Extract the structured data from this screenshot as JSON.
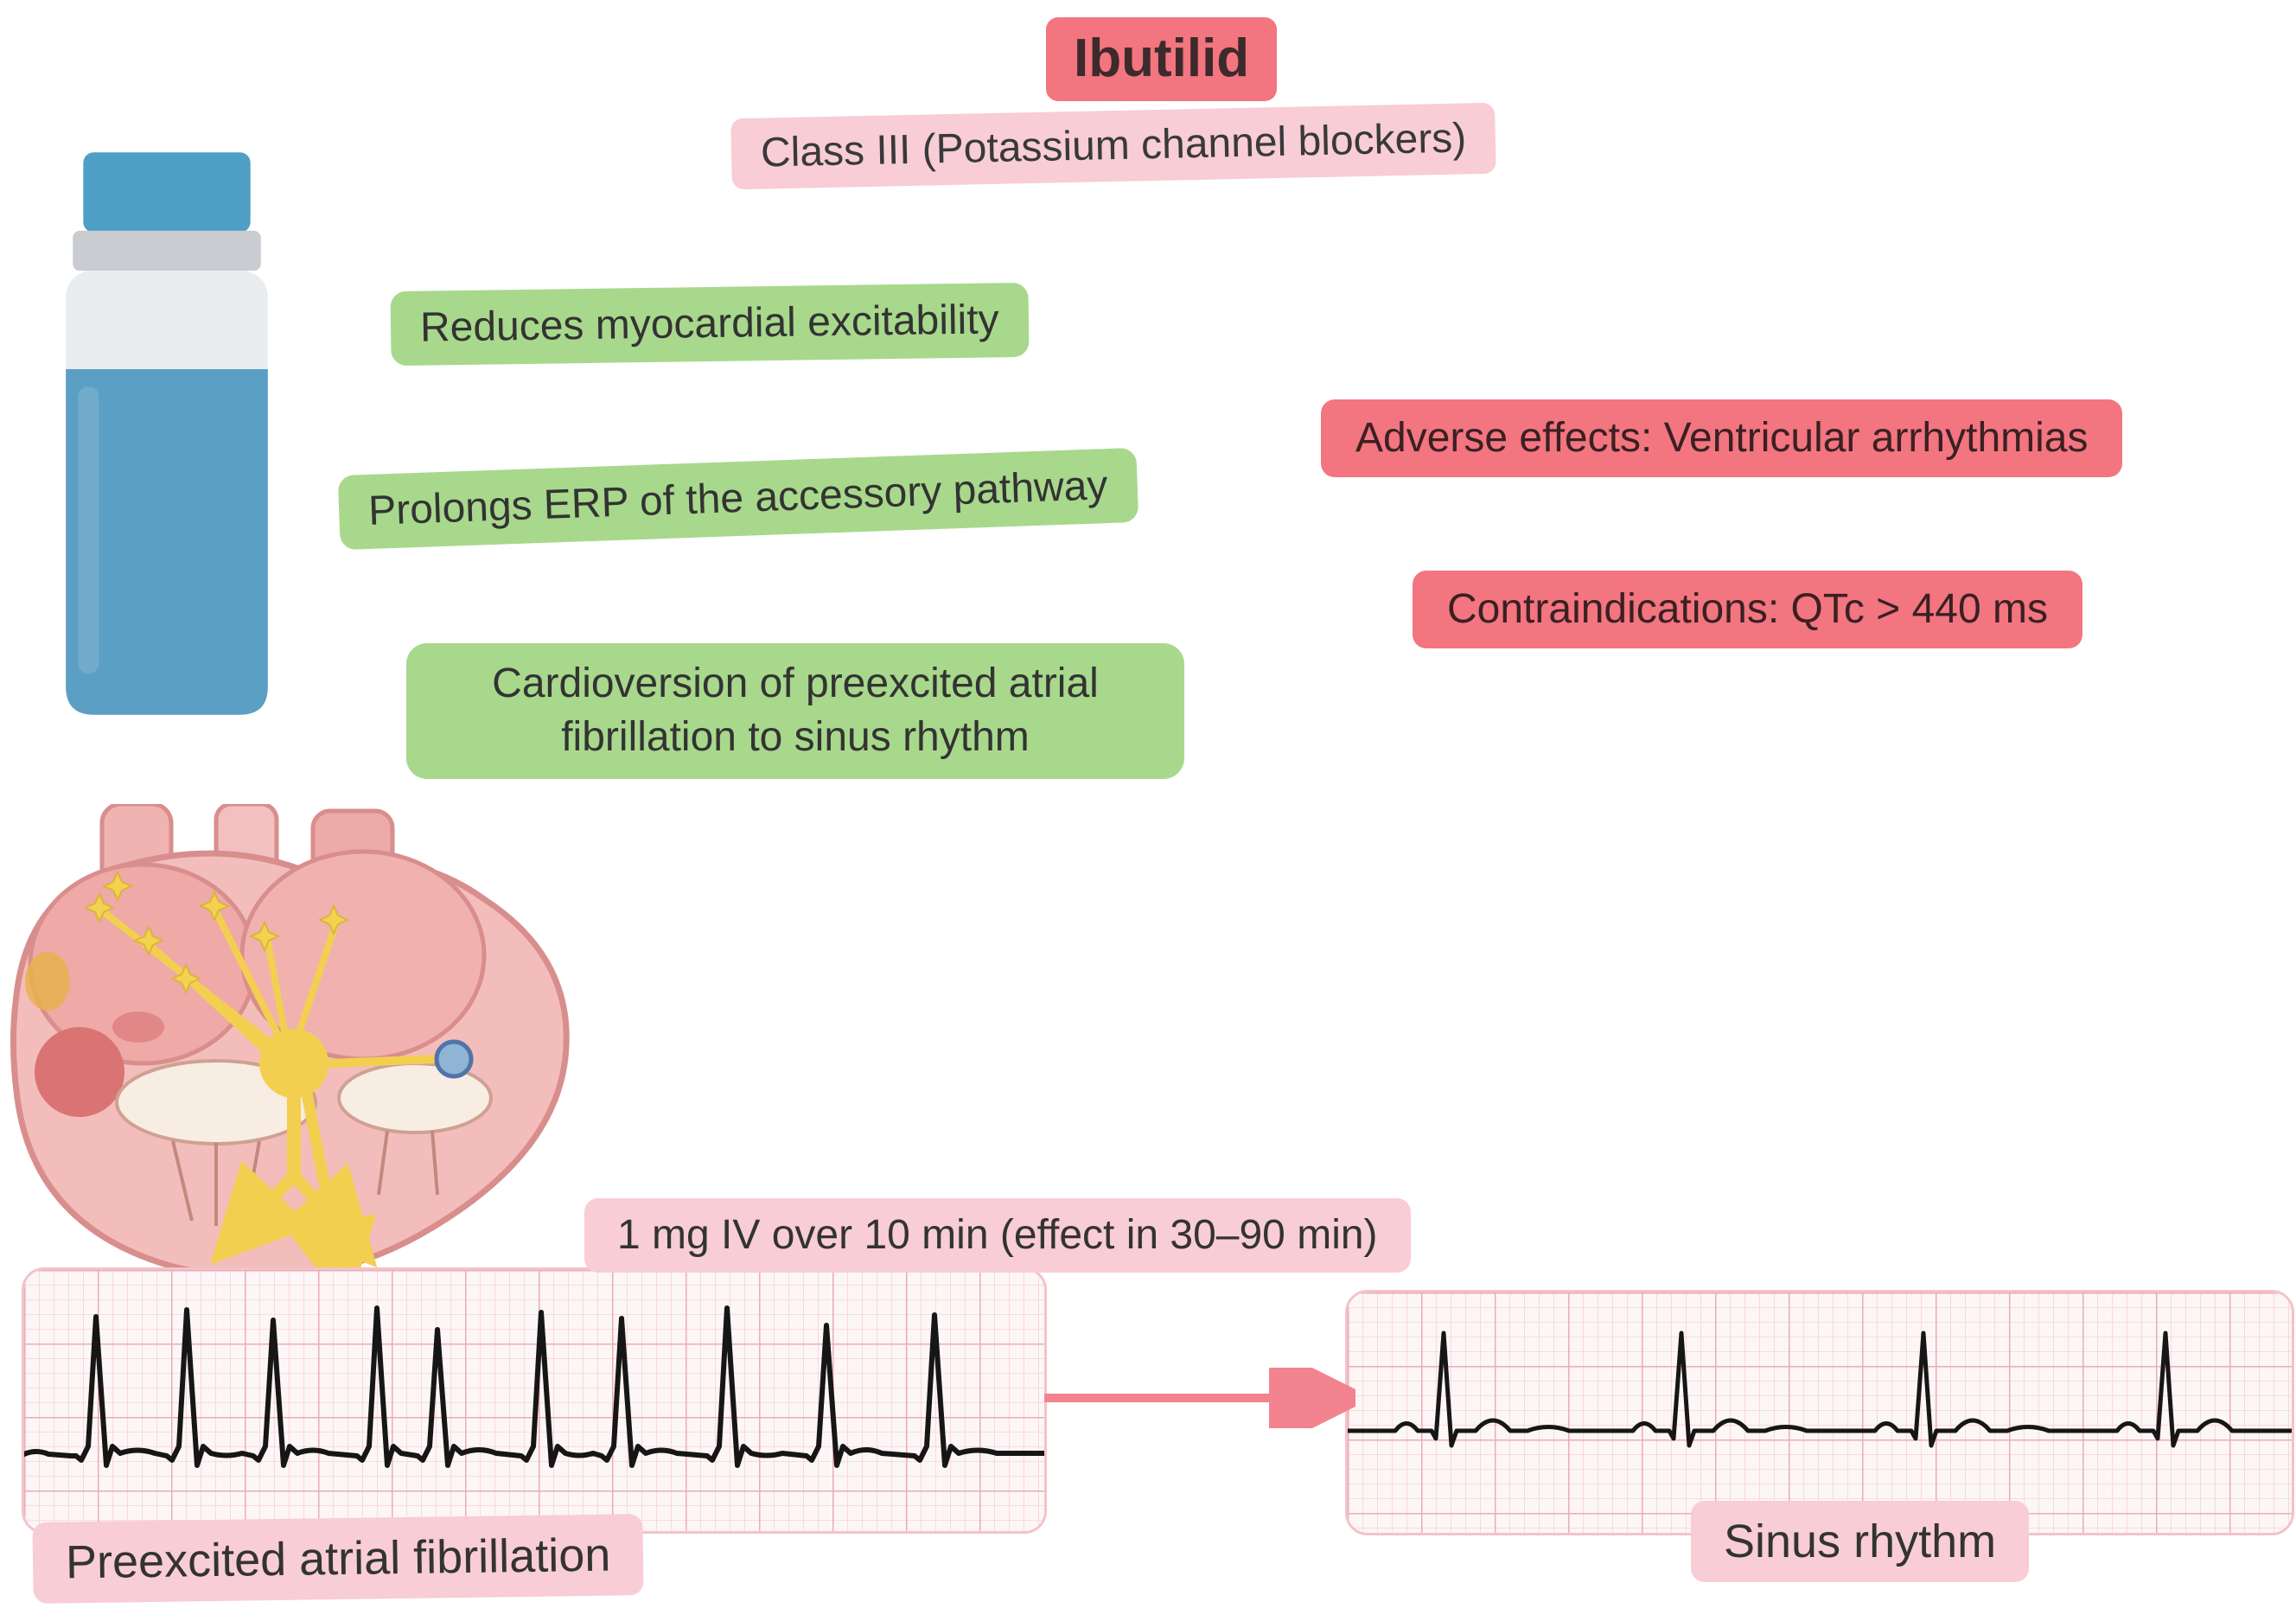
{
  "title": {
    "label": "Ibutilid"
  },
  "subtitle": {
    "label": "Class III (Potassium channel blockers)"
  },
  "mechanisms": [
    {
      "label": "Reduces myocardial excitability"
    },
    {
      "label": "Prolongs ERP of the accessory pathway"
    },
    {
      "label": "Cardioversion of preexcited atrial fibrillation to sinus rhythm"
    }
  ],
  "warnings": [
    {
      "label": "Adverse effects: Ventricular arrhythmias"
    },
    {
      "label": "Contraindications: QTc > 440 ms"
    }
  ],
  "dosing": {
    "label": "1 mg IV over 10 min (effect in 30–90 min)"
  },
  "ecg": {
    "before_label": "Preexcited atrial fibrillation",
    "after_label": "Sinus rhythm"
  },
  "icons": {
    "vial": "medication-vial",
    "heart": "heart-cross-section-with-preexcitation",
    "arrow": "right-arrow"
  },
  "colors": {
    "badge_red": "#F2757F",
    "badge_pink": "#F8CDD5",
    "badge_green": "#A8D88C",
    "ecg_background": "#FDF6F6",
    "ecg_grid_minor": "#F6D2D7",
    "ecg_grid_major": "#ECACB5",
    "ecg_trace": "#161616",
    "arrow": "#F2838F",
    "vial_blue": "#5B9FC4"
  }
}
